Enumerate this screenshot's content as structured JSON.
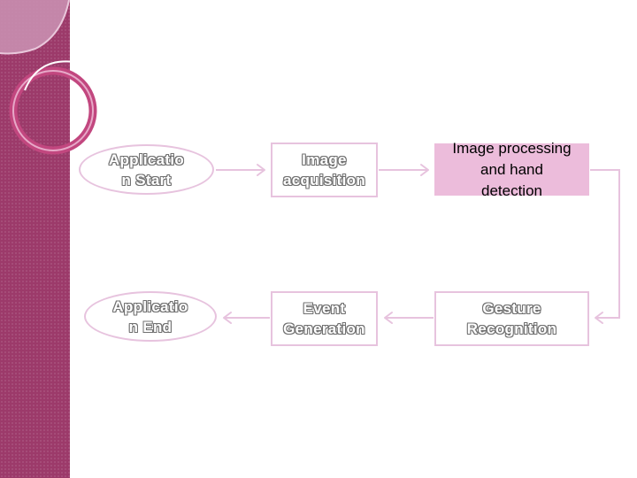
{
  "colors": {
    "sidebar": "#9c3a6a",
    "box_border": "#e7c3de",
    "highlight_fill": "#ecbcdb",
    "arrow": "#e7c3de"
  },
  "nodes": {
    "app_start": "Applicatio\nn Start",
    "image_acquisition": "Image\nacquisition",
    "image_processing": "Image processing\nand hand\ndetection",
    "app_end": "Applicatio\nn End",
    "event_generation": "Event\nGeneration",
    "gesture_recognition": "Gesture\nRecognition"
  }
}
